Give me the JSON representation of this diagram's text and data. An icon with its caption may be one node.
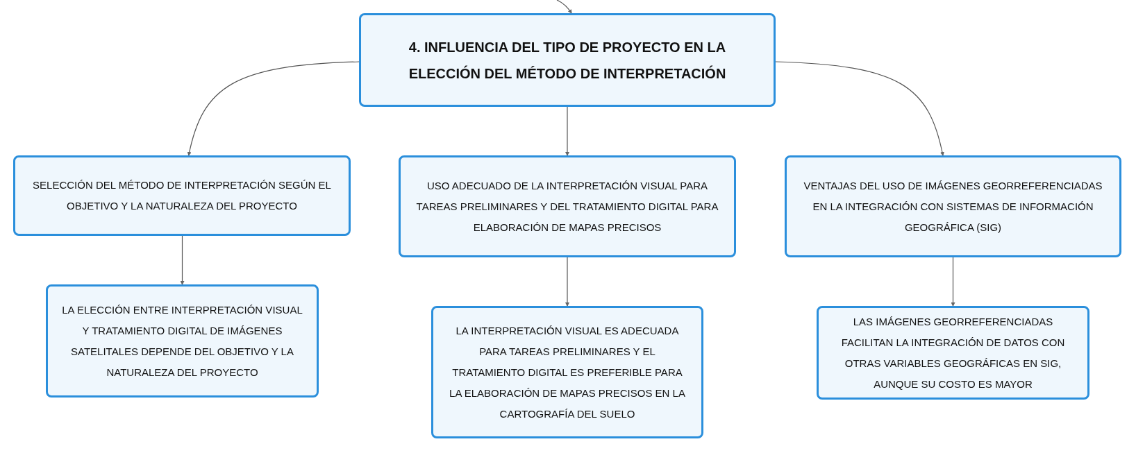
{
  "diagram": {
    "nodes": [
      {
        "text": [
          "4. INFLUENCIA DEL TIPO DE PROYECTO EN LA ELECCIÓN DEL MÉTODO DE INTERPRETACIÓN"
        ]
      },
      {
        "text": [
          "SELECCIÓN DEL MÉTODO DE INTERPRETACIÓN SEGÚN EL OBJETIVO Y LA NATURALEZA DEL PROYECTO"
        ]
      },
      {
        "text": [
          "USO ADECUADO DE LA INTERPRETACIÓN VISUAL PARA TAREAS PRELIMINARES Y DEL TRATAMIENTO DIGITAL PARA ELABORACIÓN DE MAPAS PRECISOS"
        ]
      },
      {
        "text": [
          "VENTAJAS DEL USO DE IMÁGENES GEORREFERENCIADAS EN LA INTEGRACIÓN CON SISTEMAS DE INFORMACIÓN GEOGRÁFICA (SIG)"
        ]
      },
      {
        "text": [
          "LA ELECCIÓN ENTRE INTERPRETACIÓN VISUAL Y TRATAMIENTO DIGITAL DE IMÁGENES SATELITALES DEPENDE DEL OBJETIVO Y LA NATURALEZA DEL PROYECTO"
        ]
      },
      {
        "text": [
          "LA INTERPRETACIÓN VISUAL ES ADECUADA PARA TAREAS PRELIMINARES Y EL TRATAMIENTO DIGITAL ES PREFERIBLE PARA LA ELABORACIÓN DE MAPAS PRECISOS EN LA CARTOGRAFÍA DEL SUELO"
        ]
      },
      {
        "text": [
          "LAS IMÁGENES GEORREFERENCIADAS FACILITAN LA INTEGRACIÓN DE DATOS CON OTRAS VARIABLES GEOGRÁFICAS EN SIG, AUNQUE SU COSTO ES MAYOR"
        ]
      }
    ],
    "edges": [
      {
        "from": null,
        "to": 0,
        "arrow": "to"
      },
      {
        "from": 0,
        "to": 1,
        "arrow": "to"
      },
      {
        "from": 0,
        "to": 2,
        "arrow": "to"
      },
      {
        "from": 0,
        "to": 3,
        "arrow": "to"
      },
      {
        "from": 1,
        "to": 4,
        "arrow": "to"
      },
      {
        "from": 2,
        "to": 5,
        "arrow": "to"
      },
      {
        "from": 3,
        "to": 6,
        "arrow": "to"
      }
    ]
  }
}
